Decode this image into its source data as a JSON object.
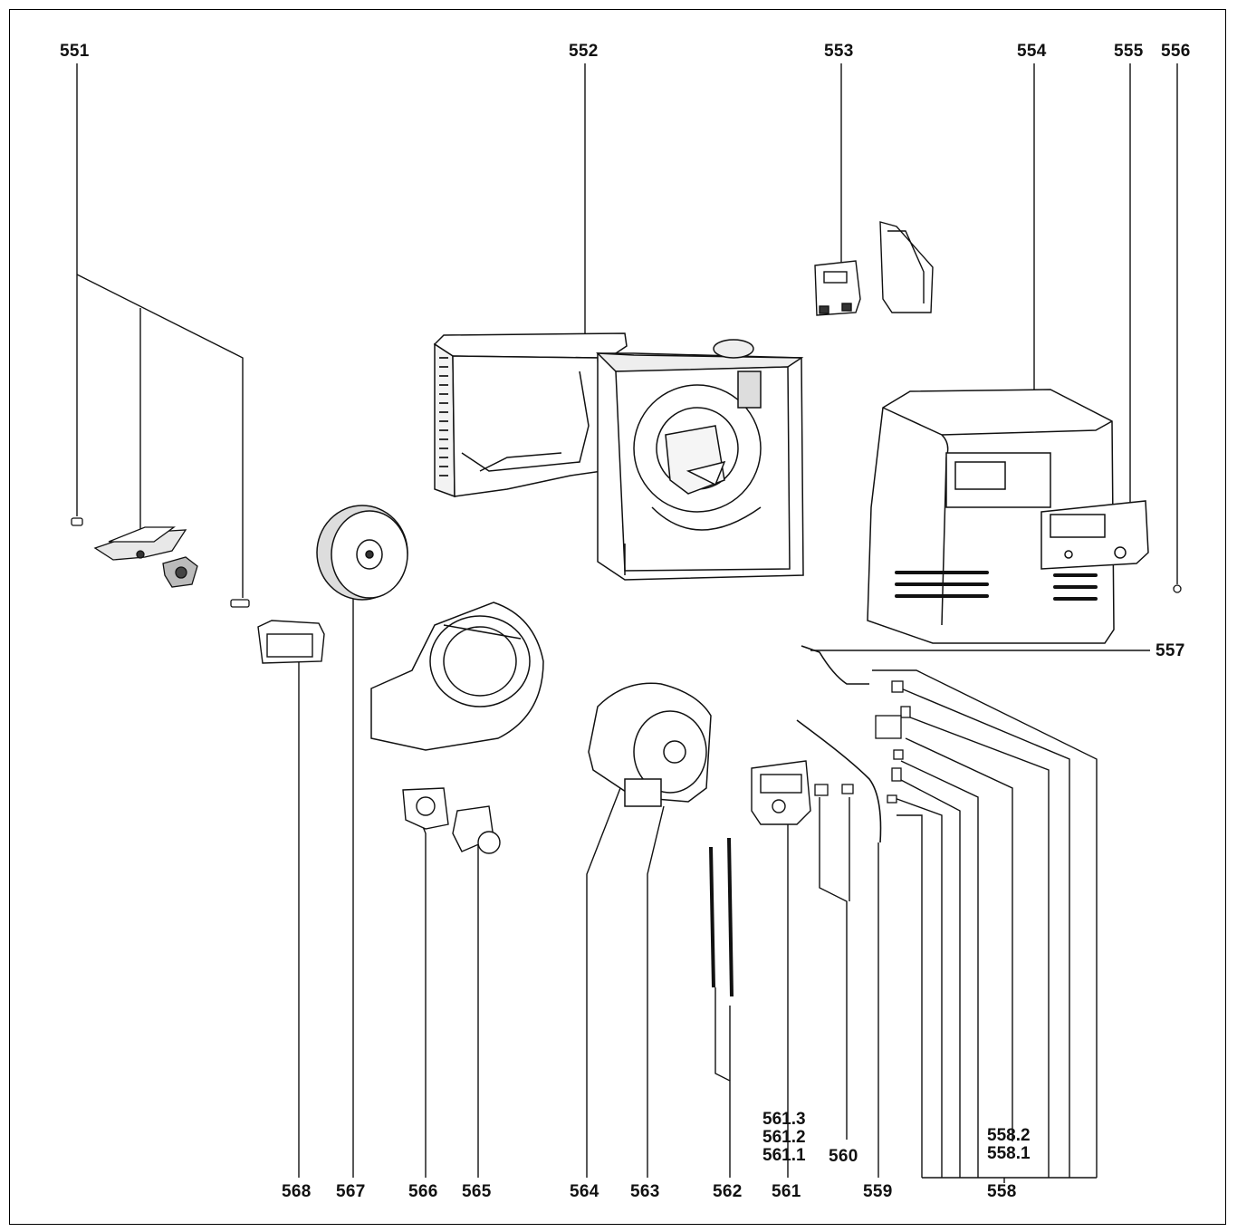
{
  "labels": {
    "p551": "551",
    "p552": "552",
    "p553": "553",
    "p554": "554",
    "p555": "555",
    "p556": "556",
    "p557": "557",
    "p558": "558",
    "p558_1": "558.1",
    "p558_2": "558.2",
    "p559": "559",
    "p560": "560",
    "p561": "561",
    "p561_1": "561.1",
    "p561_2": "561.2",
    "p561_3": "561.3",
    "p562": "562",
    "p563": "563",
    "p564": "564",
    "p565": "565",
    "p566": "566",
    "p567": "567",
    "p568": "568"
  },
  "colors": {
    "line": "#111111",
    "part_fill": "#ffffff",
    "shade": "#cfcfcf",
    "dark": "#2a2a2a"
  }
}
